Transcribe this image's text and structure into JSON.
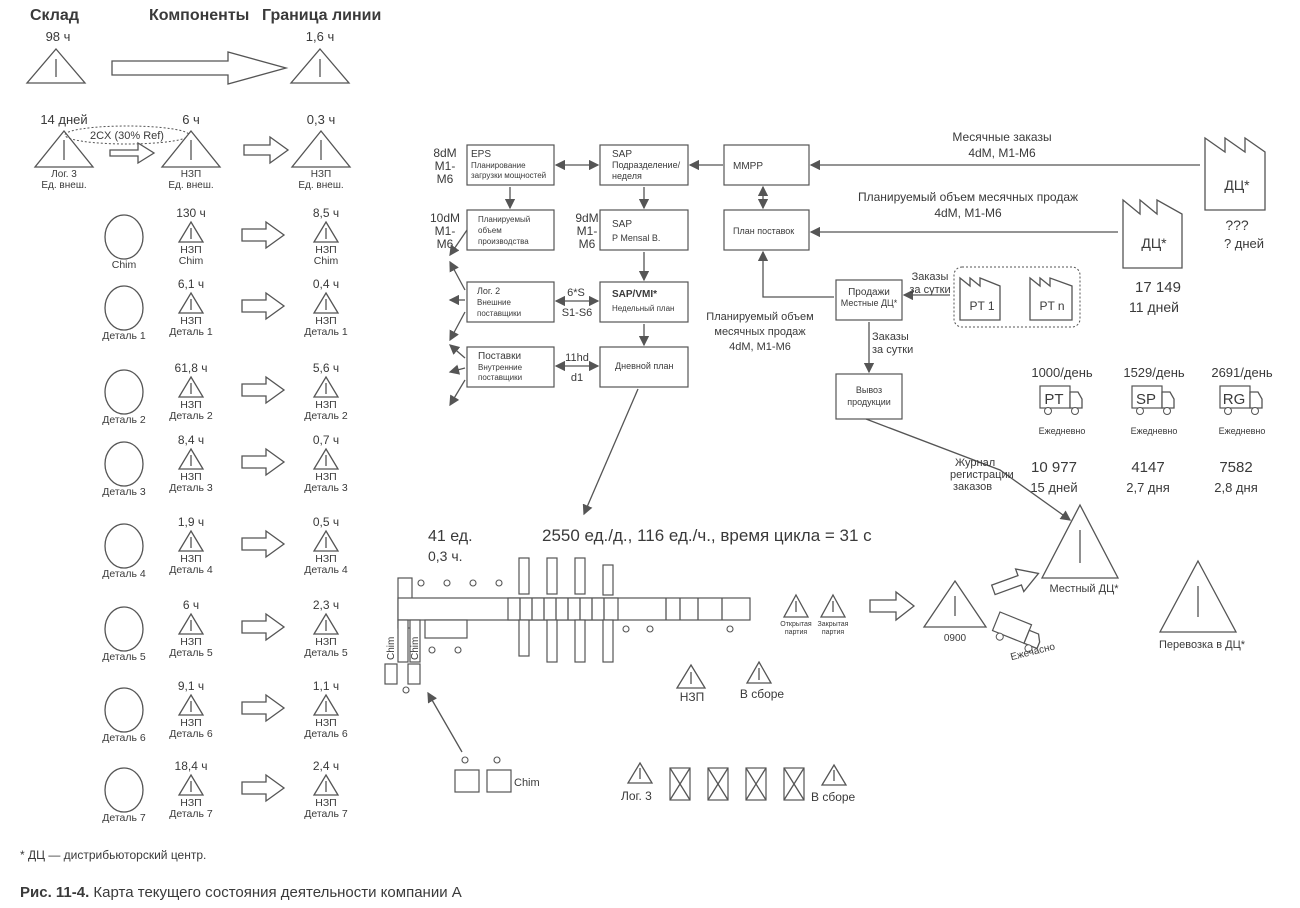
{
  "headers": {
    "sklad": "Склад",
    "komponenty": "Компоненты",
    "granitsa": "Граница линии"
  },
  "top_row": {
    "left_time": "98 ч",
    "right_time": "1,6 ч"
  },
  "row2": {
    "left_time": "14 дней",
    "mid_time": "6 ч",
    "right_time": "0,3 ч",
    "oval_label": "2CX (30% Ref)",
    "left_sub1": "Лог. 3",
    "left_sub2": "Ед. внеш.",
    "mid_sub1": "НЗП",
    "mid_sub2": "Ед. внеш.",
    "right_sub1": "НЗП",
    "right_sub2": "Ед. внеш."
  },
  "components": [
    {
      "name": "Chim",
      "mid_time": "130 ч",
      "mid_lbl": "НЗП",
      "mid_sub": "Chim",
      "right_time": "8,5 ч",
      "right_lbl": "НЗП",
      "right_sub": "Chim"
    },
    {
      "name": "Деталь 1",
      "mid_time": "6,1 ч",
      "mid_lbl": "НЗП",
      "mid_sub": "Деталь 1",
      "right_time": "0,4 ч",
      "right_lbl": "НЗП",
      "right_sub": "Деталь 1"
    },
    {
      "name": "Деталь 2",
      "mid_time": "61,8 ч",
      "mid_lbl": "НЗП",
      "mid_sub": "Деталь 2",
      "right_time": "5,6 ч",
      "right_lbl": "НЗП",
      "right_sub": "Деталь 2"
    },
    {
      "name": "Деталь 3",
      "mid_time": "8,4 ч",
      "mid_lbl": "НЗП",
      "mid_sub": "Деталь 3",
      "right_time": "0,7 ч",
      "right_lbl": "НЗП",
      "right_sub": "Деталь 3"
    },
    {
      "name": "Деталь 4",
      "mid_time": "1,9 ч",
      "mid_lbl": "НЗП",
      "mid_sub": "Деталь 4",
      "right_time": "0,5 ч",
      "right_lbl": "НЗП",
      "right_sub": "Деталь 4"
    },
    {
      "name": "Деталь 5",
      "mid_time": "6 ч",
      "mid_lbl": "НЗП",
      "mid_sub": "Деталь 5",
      "right_time": "2,3 ч",
      "right_lbl": "НЗП",
      "right_sub": "Деталь 5"
    },
    {
      "name": "Деталь 6",
      "mid_time": "9,1 ч",
      "mid_lbl": "НЗП",
      "mid_sub": "Деталь 6",
      "right_time": "1,1 ч",
      "right_lbl": "НЗП",
      "right_sub": "Деталь 6"
    },
    {
      "name": "Деталь 7",
      "mid_time": "18,4 ч",
      "mid_lbl": "НЗП",
      "mid_sub": "Деталь 7",
      "right_time": "2,4 ч",
      "right_lbl": "НЗП",
      "right_sub": "Деталь 7"
    }
  ],
  "flow": {
    "eps": {
      "t1": "EPS",
      "t2": "Планирование",
      "t3": "загрузки мощностей"
    },
    "sap1": {
      "t1": "SAP",
      "t2": "Подразделение/",
      "t3": "неделя"
    },
    "mmpp": "MMPP",
    "plan_prod": {
      "t1": "Планируемый",
      "t2": "объем",
      "t3": "производства"
    },
    "sap2": {
      "t1": "SAP",
      "t2": "P Mensal B."
    },
    "plan_post": "План поставок",
    "log2": {
      "t1": "Лог. 2",
      "t2": "Внешние",
      "t3": "поставщики"
    },
    "vmi": {
      "t1": "SAP/VMI*",
      "t2": "Недельный план"
    },
    "prodazhi": {
      "t1": "Продажи",
      "t2": "Местные ДЦ*"
    },
    "postavki": {
      "t1": "Поставки",
      "t2": "Внутренние",
      "t3": "поставщики"
    },
    "dnevnoy": "Дневной план",
    "vyvoz": {
      "t1": "Вывоз",
      "t2": "продукции"
    },
    "lbl_8dm": [
      "8dM",
      "M1-",
      "M6"
    ],
    "lbl_10dm": [
      "10dM",
      "M1-",
      "M6"
    ],
    "lbl_9dm": [
      "9dM",
      "M1-",
      "M6"
    ],
    "lbl_6s": [
      "6*S",
      "S1-S6"
    ],
    "lbl_11hd": [
      "11hd",
      "d1"
    ],
    "monthly_orders": [
      "Месячные заказы",
      "4dM, M1-M6"
    ],
    "planned_sales": [
      "Планируемый объем месячных продаж",
      "4dM, M1-M6"
    ],
    "planned_sales2": [
      "Планируемый объем",
      "месячных продаж",
      "4dM, M1-M6"
    ],
    "orders_day1": [
      "Заказы",
      "за сутки"
    ],
    "orders_day2": [
      "Заказы",
      "за сутки"
    ],
    "dc": "ДЦ*",
    "qqq": "???",
    "q_days": "? дней",
    "n17149": "17 149",
    "d11": "11 дней",
    "pt1": "PT 1",
    "ptn": "PT n",
    "journal": [
      "Журнал",
      "регистрации",
      "заказов"
    ]
  },
  "trucks": [
    {
      "rate": "1000/день",
      "code": "PT",
      "freq": "Ежедневно",
      "qty": "10 977",
      "days": "15 дней"
    },
    {
      "rate": "1529/день",
      "code": "SP",
      "freq": "Ежедневно",
      "qty": "4147",
      "days": "2,7 дня"
    },
    {
      "rate": "2691/день",
      "code": "RG",
      "freq": "Ежедневно",
      "qty": "7582",
      "days": "2,8 дня"
    }
  ],
  "line": {
    "qty": "41 ед.",
    "qty_time": "0,3 ч.",
    "cycle": "2550 ед./д., 116 ед./ч., время цикла = 31 с",
    "chim": "Chim",
    "open_batch": [
      "Открытая",
      "партия"
    ],
    "closed_batch": [
      "Закрытая",
      "партия"
    ],
    "nzp": "НЗП",
    "v_sbore": "В сборе",
    "code0900": "0900",
    "hourly": "Ежечасно",
    "local_dc": "Местный ДЦ*",
    "transport_dc": "Перевозка в ДЦ*",
    "chim2": "Chim",
    "log3": "Лог. 3",
    "v_sbore2": "В сборе"
  },
  "footnote": "* ДЦ — дистрибьюторский центр.",
  "caption_bold": "Рис. 11-4.",
  "caption_text": " Карта текущего состояния деятельности компании А"
}
